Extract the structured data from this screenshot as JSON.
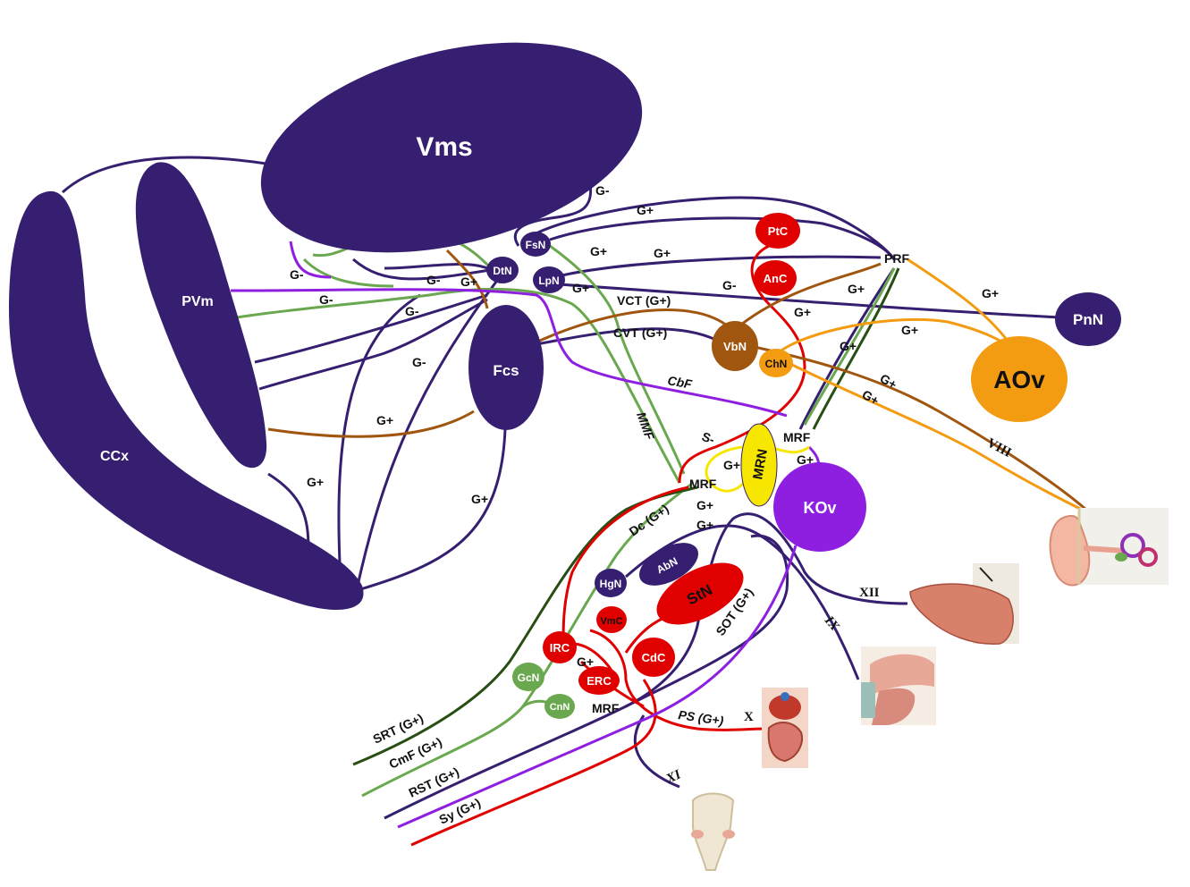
{
  "colors": {
    "indigo": "#361f70",
    "green": "#6aa84f",
    "darkgreen": "#274e13",
    "red": "#e00000",
    "orange": "#f39c12",
    "brown": "#a0560f",
    "purple": "#8e1fe0",
    "yellow": "#f7e600"
  },
  "nodes": {
    "Vms": "Vms",
    "PVm": "PVm",
    "CCx": "CCx",
    "Fcs": "Fcs",
    "FsN": "FsN",
    "DtN": "DtN",
    "LpN": "LpN",
    "PtC": "PtC",
    "AnC": "AnC",
    "VbN": "VbN",
    "ChN": "ChN",
    "PnN": "PnN",
    "AOv": "AOv",
    "MRN": "MRN",
    "KOv": "KOv",
    "HgN": "HgN",
    "AbN": "AbN",
    "StN": "StN",
    "VmC": "VmC",
    "IRC": "IRC",
    "ERC": "ERC",
    "CdC": "CdC",
    "GcN": "GcN",
    "CnN": "CnN",
    "PRF": "PRF",
    "MRF_upper": "MRF",
    "MRF_mid": "MRF",
    "MRF_lower": "MRF"
  },
  "labels": {
    "g_minus": "G-",
    "g_plus": "G+",
    "s_minus": "S-",
    "vct": "VCT (G+)",
    "cvt": "CVT (G+)",
    "cbf": "CbF",
    "mmf": "MMF",
    "dc": "Dc (G+)",
    "sot": "SOT (G+)",
    "ps": "PS (G+)",
    "srt": "SRT (G+)",
    "cmf": "CmF (G+)",
    "rst": "RST (G+)",
    "sy": "Sy (G+)"
  },
  "cranial_nerves": {
    "viii": "VIII",
    "xii": "XII",
    "ix": "IX",
    "x": "X",
    "xi": "XI"
  },
  "icons": [
    "ear-anatomy-icon",
    "tongue-anatomy-icon",
    "pharynx-anatomy-icon",
    "viscera-anatomy-icon",
    "larynx-anatomy-icon"
  ]
}
